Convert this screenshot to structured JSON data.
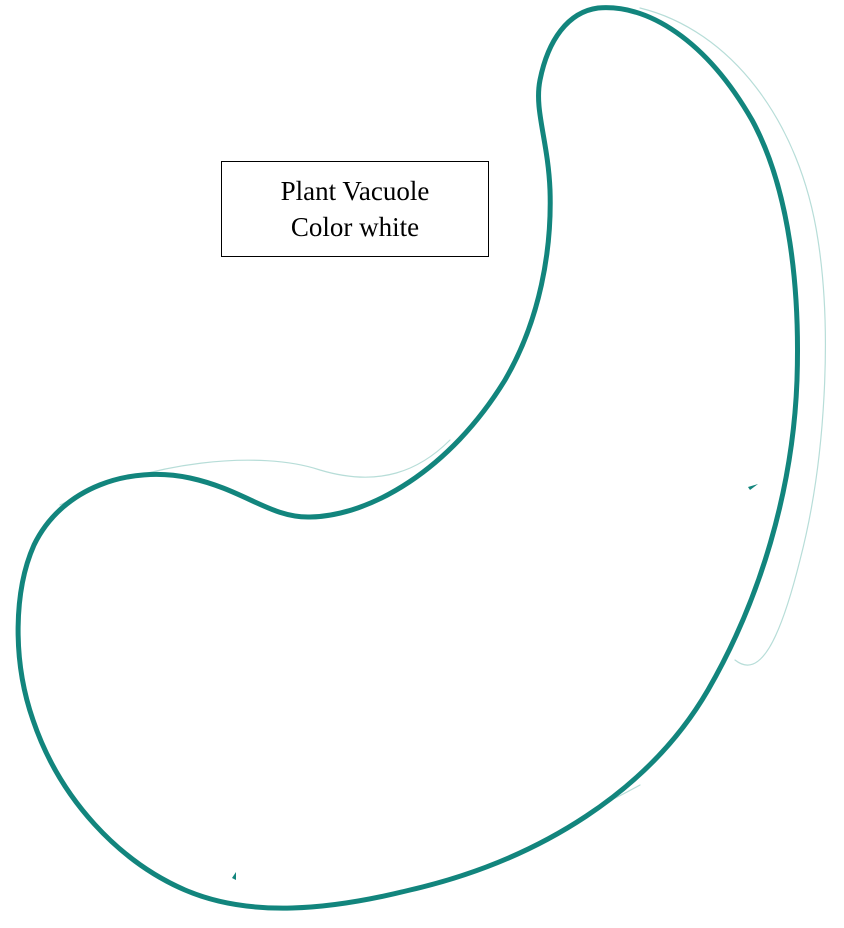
{
  "label": {
    "line1": "Plant Vacuole",
    "line2": "Color white"
  },
  "colors": {
    "outline": "#12857d",
    "sketch": "#b7ddd8",
    "fill": "#ffffff",
    "label_border": "#000000"
  },
  "icons": {
    "shape": "vacuole-outline"
  }
}
